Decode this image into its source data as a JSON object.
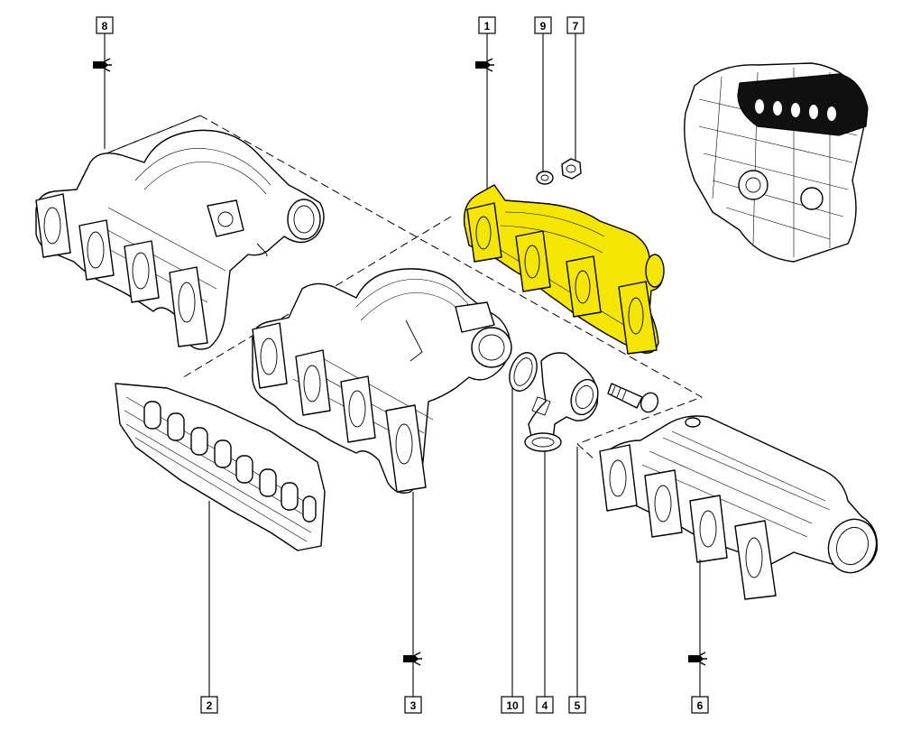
{
  "diagram": {
    "callouts": [
      {
        "id": "c1",
        "label": "1"
      },
      {
        "id": "c2",
        "label": "2"
      },
      {
        "id": "c3",
        "label": "3"
      },
      {
        "id": "c4",
        "label": "4"
      },
      {
        "id": "c5",
        "label": "5"
      },
      {
        "id": "c6",
        "label": "6"
      },
      {
        "id": "c7",
        "label": "7"
      },
      {
        "id": "c8",
        "label": "8"
      },
      {
        "id": "c9",
        "label": "9"
      },
      {
        "id": "c10",
        "label": "10"
      }
    ],
    "highlight_color": "#f4e600",
    "line_color": "#000000",
    "icons": [
      "torque-wrench-icon"
    ]
  }
}
